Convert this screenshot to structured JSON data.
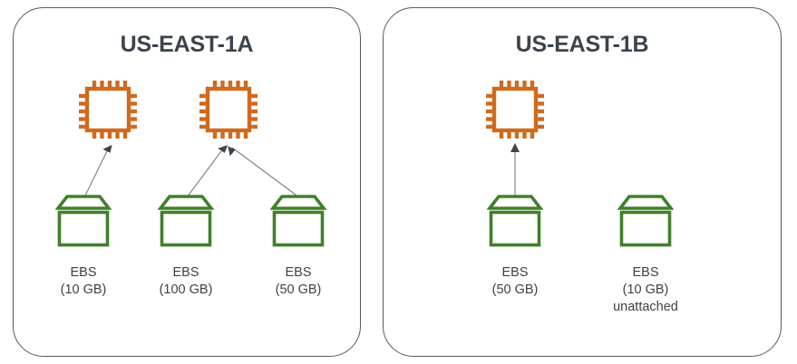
{
  "diagram": {
    "type": "aws-availability-zone-ebs-attachment-diagram",
    "background": "#ffffff",
    "colors": {
      "panel_border": "#595959",
      "title_text": "#3b444c",
      "label_text": "#404040",
      "ec2_orange": "#cf6a1f",
      "ebs_green": "#41802a",
      "arrow_gray": "#7f7f7f",
      "arrowhead": "#3b444c"
    },
    "zones": [
      {
        "id": "us-east-1a",
        "title": "US-EAST-1A",
        "instances": [
          {
            "id": "instance-a1",
            "icon": "ec2-chip-icon"
          },
          {
            "id": "instance-a2",
            "icon": "ec2-chip-icon"
          }
        ],
        "volumes": [
          {
            "id": "ebs-a1",
            "icon": "ebs-volume-icon",
            "name": "EBS",
            "size": "(10 GB)",
            "state": "",
            "attached_to": "instance-a1"
          },
          {
            "id": "ebs-a2",
            "icon": "ebs-volume-icon",
            "name": "EBS",
            "size": "(100 GB)",
            "state": "",
            "attached_to": "instance-a2"
          },
          {
            "id": "ebs-a3",
            "icon": "ebs-volume-icon",
            "name": "EBS",
            "size": "(50 GB)",
            "state": "",
            "attached_to": "instance-a2"
          }
        ]
      },
      {
        "id": "us-east-1b",
        "title": "US-EAST-1B",
        "instances": [
          {
            "id": "instance-b1",
            "icon": "ec2-chip-icon"
          }
        ],
        "volumes": [
          {
            "id": "ebs-b1",
            "icon": "ebs-volume-icon",
            "name": "EBS",
            "size": "(50 GB)",
            "state": "",
            "attached_to": "instance-b1"
          },
          {
            "id": "ebs-b2",
            "icon": "ebs-volume-icon",
            "name": "EBS",
            "size": "(10 GB)",
            "state": "unattached",
            "attached_to": null
          }
        ]
      }
    ]
  }
}
